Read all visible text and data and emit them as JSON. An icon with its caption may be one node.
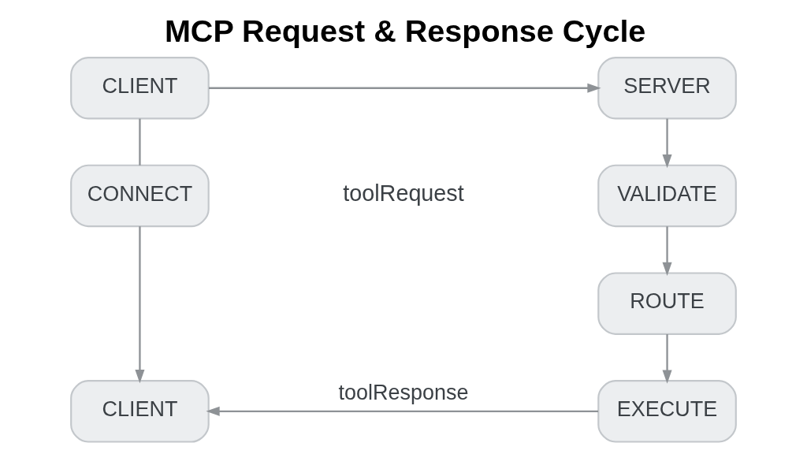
{
  "diagram": {
    "title": "MCP Request & Response Cycle",
    "nodes": [
      {
        "text": [
          "CLIENT"
        ]
      },
      {
        "text": [
          "SERVER"
        ]
      },
      {
        "text": [
          "CONNECT"
        ]
      },
      {
        "text": [
          "VALIDATE"
        ]
      },
      {
        "text": [
          "ROUTE"
        ]
      },
      {
        "text": [
          "CLIENT"
        ]
      },
      {
        "text": [
          "EXECUTE"
        ]
      }
    ],
    "edges": [
      {
        "from": 0,
        "to": 1,
        "arrow": "to"
      },
      {
        "from": 1,
        "to": 3,
        "arrow": "to"
      },
      {
        "from": 0,
        "to": 2,
        "arrow": "none"
      },
      {
        "from": 2,
        "to": 5,
        "arrow": "to"
      },
      {
        "from": 3,
        "to": 4,
        "arrow": "to"
      },
      {
        "from": 4,
        "to": 6,
        "arrow": "to"
      },
      {
        "from": 6,
        "to": 5,
        "arrow": "to",
        "label": "toolResponse"
      }
    ],
    "labels": [
      "toolRequest"
    ]
  }
}
